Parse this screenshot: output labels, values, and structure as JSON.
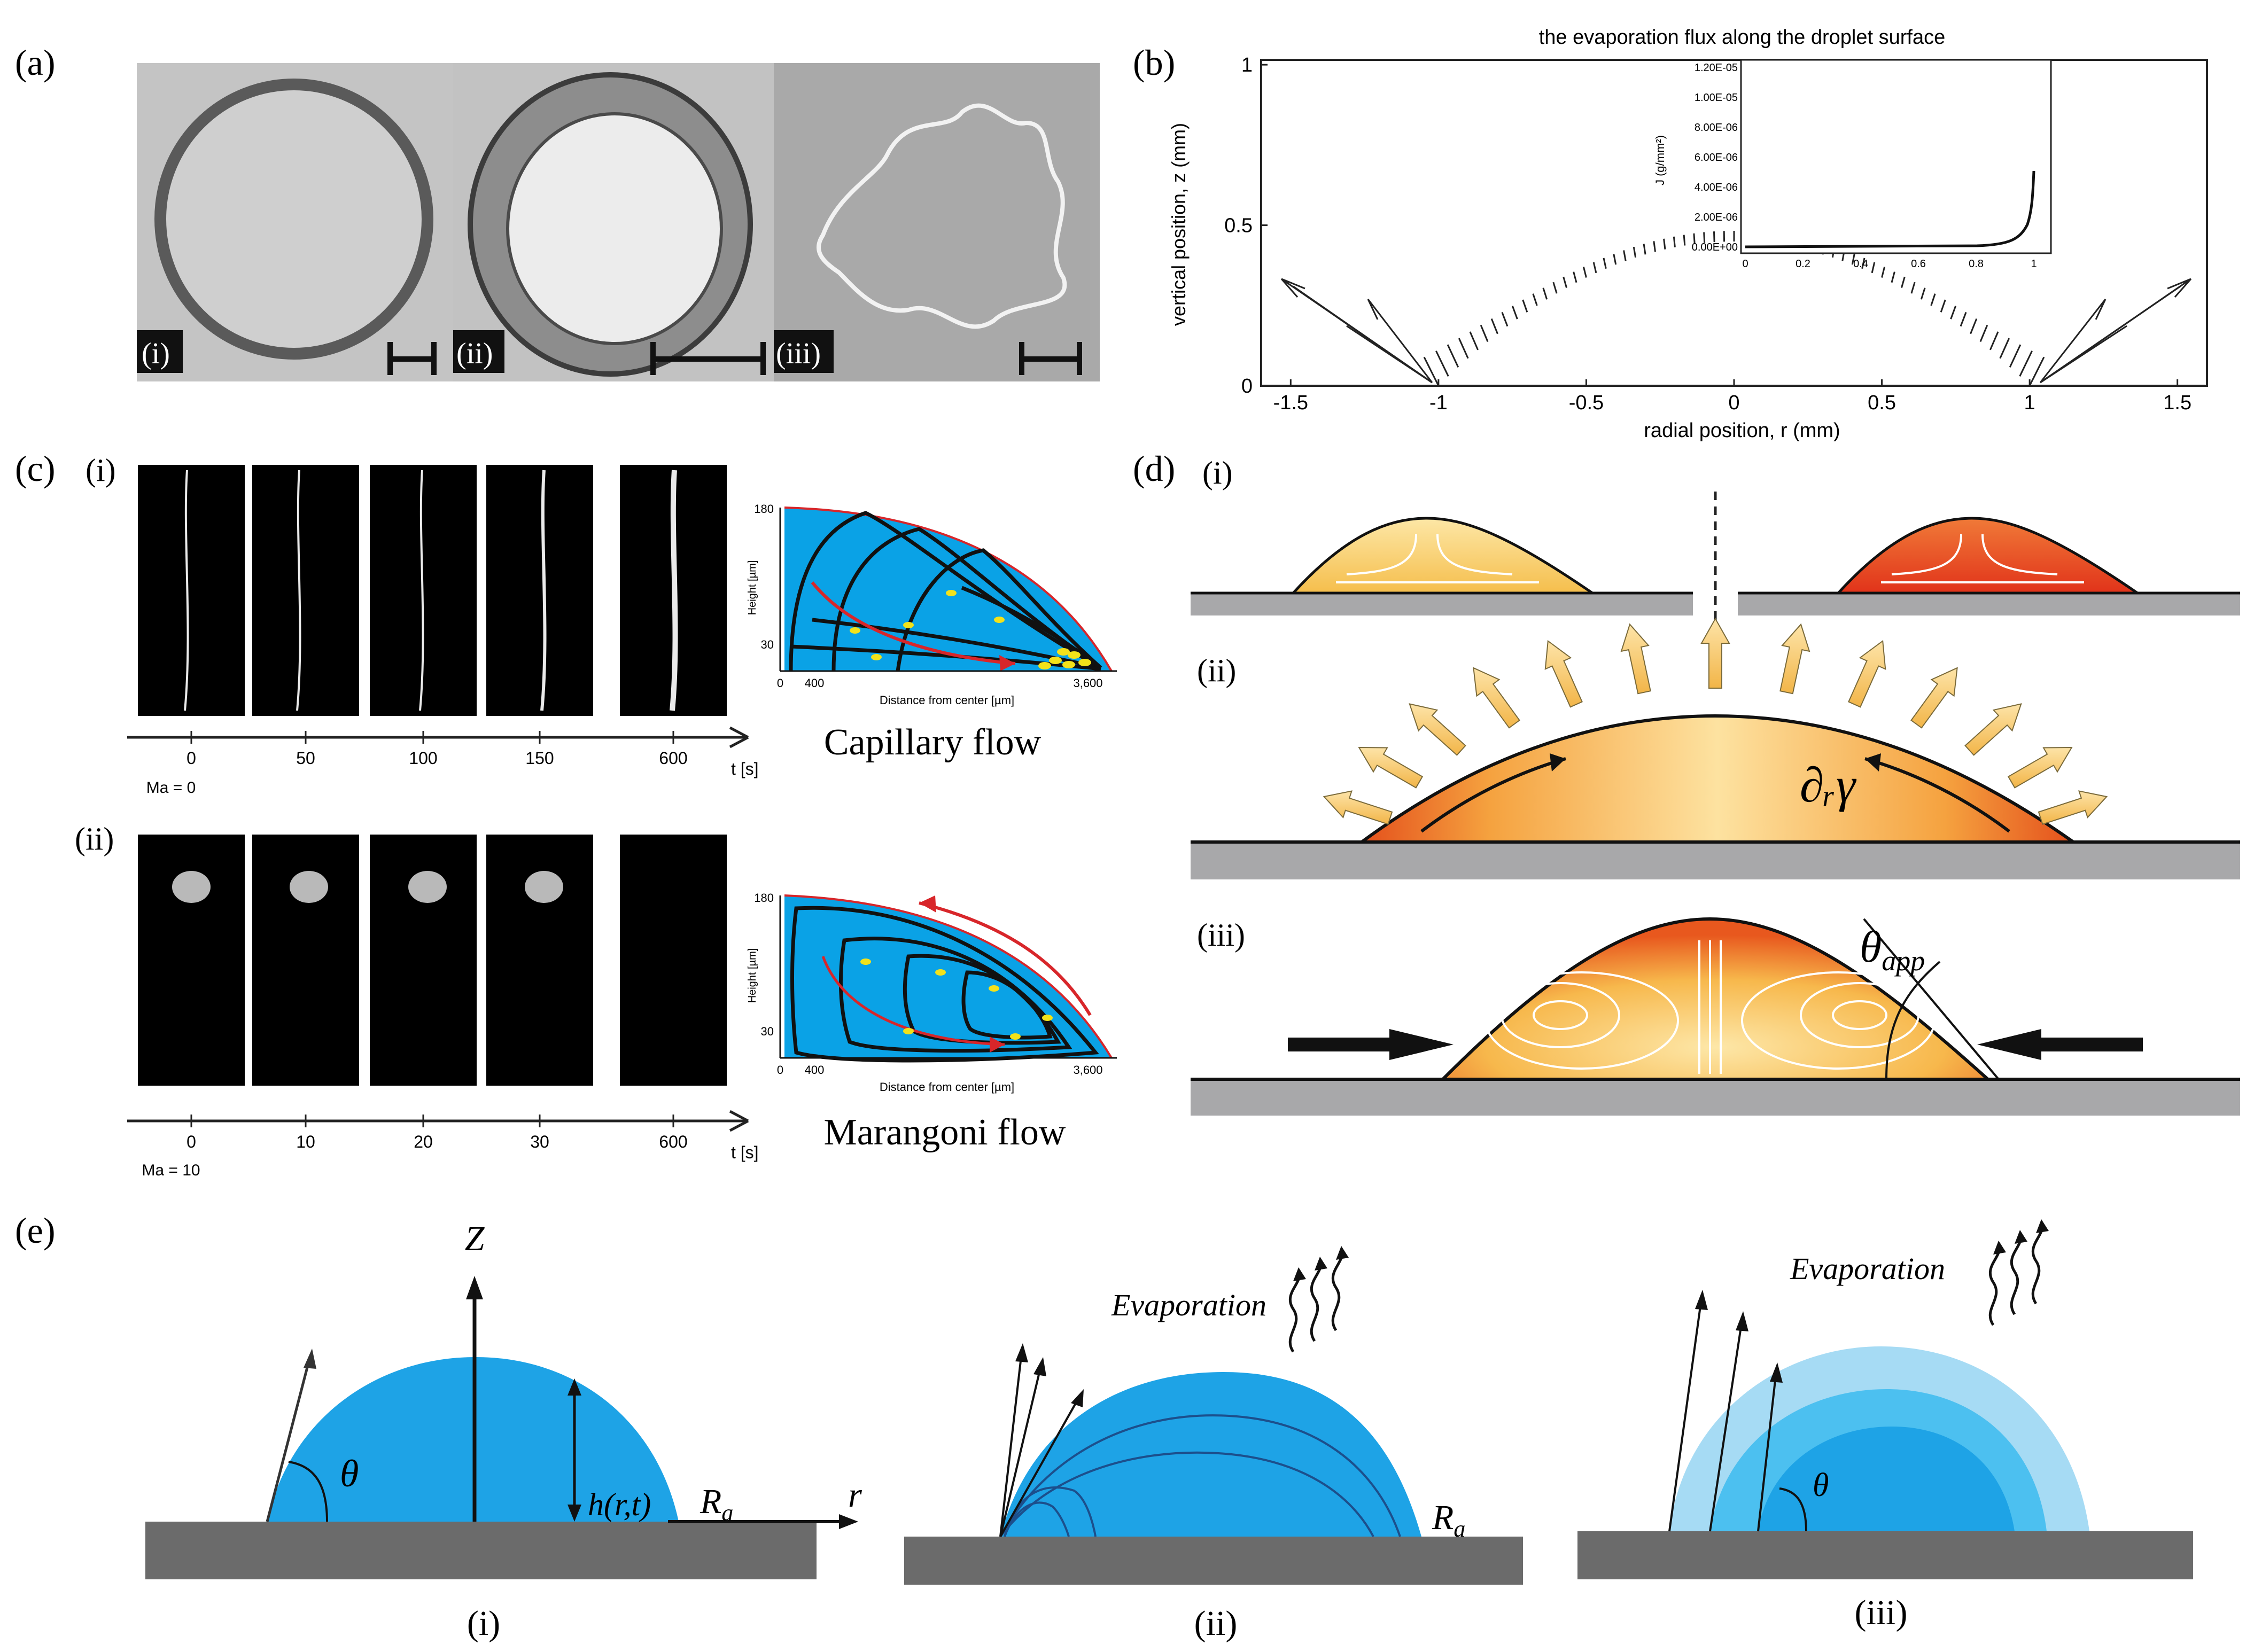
{
  "panel_labels": {
    "a": "(a)",
    "b": "(b)",
    "c": "(c)",
    "d": "(d)",
    "e": "(e)"
  },
  "sub_labels": {
    "a_i": "(i)",
    "a_ii": "(ii)",
    "a_iii": "(iii)",
    "c_i": "(i)",
    "c_ii": "(ii)",
    "d_i": "(i)",
    "d_ii": "(ii)",
    "d_iii": "(iii)",
    "e_i": "(i)",
    "e_ii": "(ii)",
    "e_iii": "(iii)"
  },
  "panel_b": {
    "title": "the evaporation flux along the droplet surface",
    "xlabel": "radial position, r (mm)",
    "ylabel": "vertical position, z (mm)",
    "x_ticks": [
      "-1.5",
      "-1",
      "-0.5",
      "0",
      "0.5",
      "1",
      "1.5"
    ],
    "y_ticks": [
      "0",
      "0.5",
      "1"
    ],
    "inset": {
      "ylabel": "J (g/mm²)",
      "y_ticks": [
        "0.00E+00",
        "2.00E-06",
        "4.00E-06",
        "6.00E-06",
        "8.00E-06",
        "1.00E-05",
        "1.20E-05"
      ],
      "x_ticks": [
        "0",
        "0.2",
        "0.4",
        "0.6",
        "0.8",
        "1"
      ]
    }
  },
  "panel_c": {
    "i": {
      "time_ticks": [
        "0",
        "50",
        "100",
        "150",
        "600"
      ],
      "ma": "Ma = 0",
      "t_unit": "t [s]",
      "flow_label": "Capillary flow",
      "plot_y_ticks": [
        "180",
        "30"
      ],
      "plot_x_ticks": [
        "0",
        "400",
        "3,600"
      ],
      "plot_ylabel": "Height [µm]",
      "plot_xlabel": "Distance from center [µm]"
    },
    "ii": {
      "time_ticks": [
        "0",
        "10",
        "20",
        "30",
        "600"
      ],
      "ma": "Ma = 10",
      "t_unit": "t [s]",
      "flow_label": "Marangoni flow",
      "plot_y_ticks": [
        "180",
        "30"
      ],
      "plot_x_ticks": [
        "0",
        "400",
        "3,600"
      ],
      "plot_ylabel": "Height [µm]",
      "plot_xlabel": "Distance from center [µm]"
    }
  },
  "panel_d": {
    "gradient_label": "∂ᵣγ",
    "theta_app_base": "θ",
    "theta_app_sub": "app"
  },
  "panel_e": {
    "axis_z": "Z",
    "axis_r": "r",
    "height_label": "h(r,t)",
    "theta": "θ",
    "radius_base": "R",
    "radius_sub": "a",
    "evaporation": "Evaporation"
  },
  "colors": {
    "droplet_blue": "#1ea3e6",
    "capillary_blue": "#0aa2e6",
    "substrate_dark": "#6b6b6b",
    "substrate_light": "#a8a8aa",
    "warm_yellow": "#f8c25a",
    "warm_orange": "#e96b1e",
    "hot_red": "#e63a1b",
    "flow_red": "#d8262a"
  }
}
